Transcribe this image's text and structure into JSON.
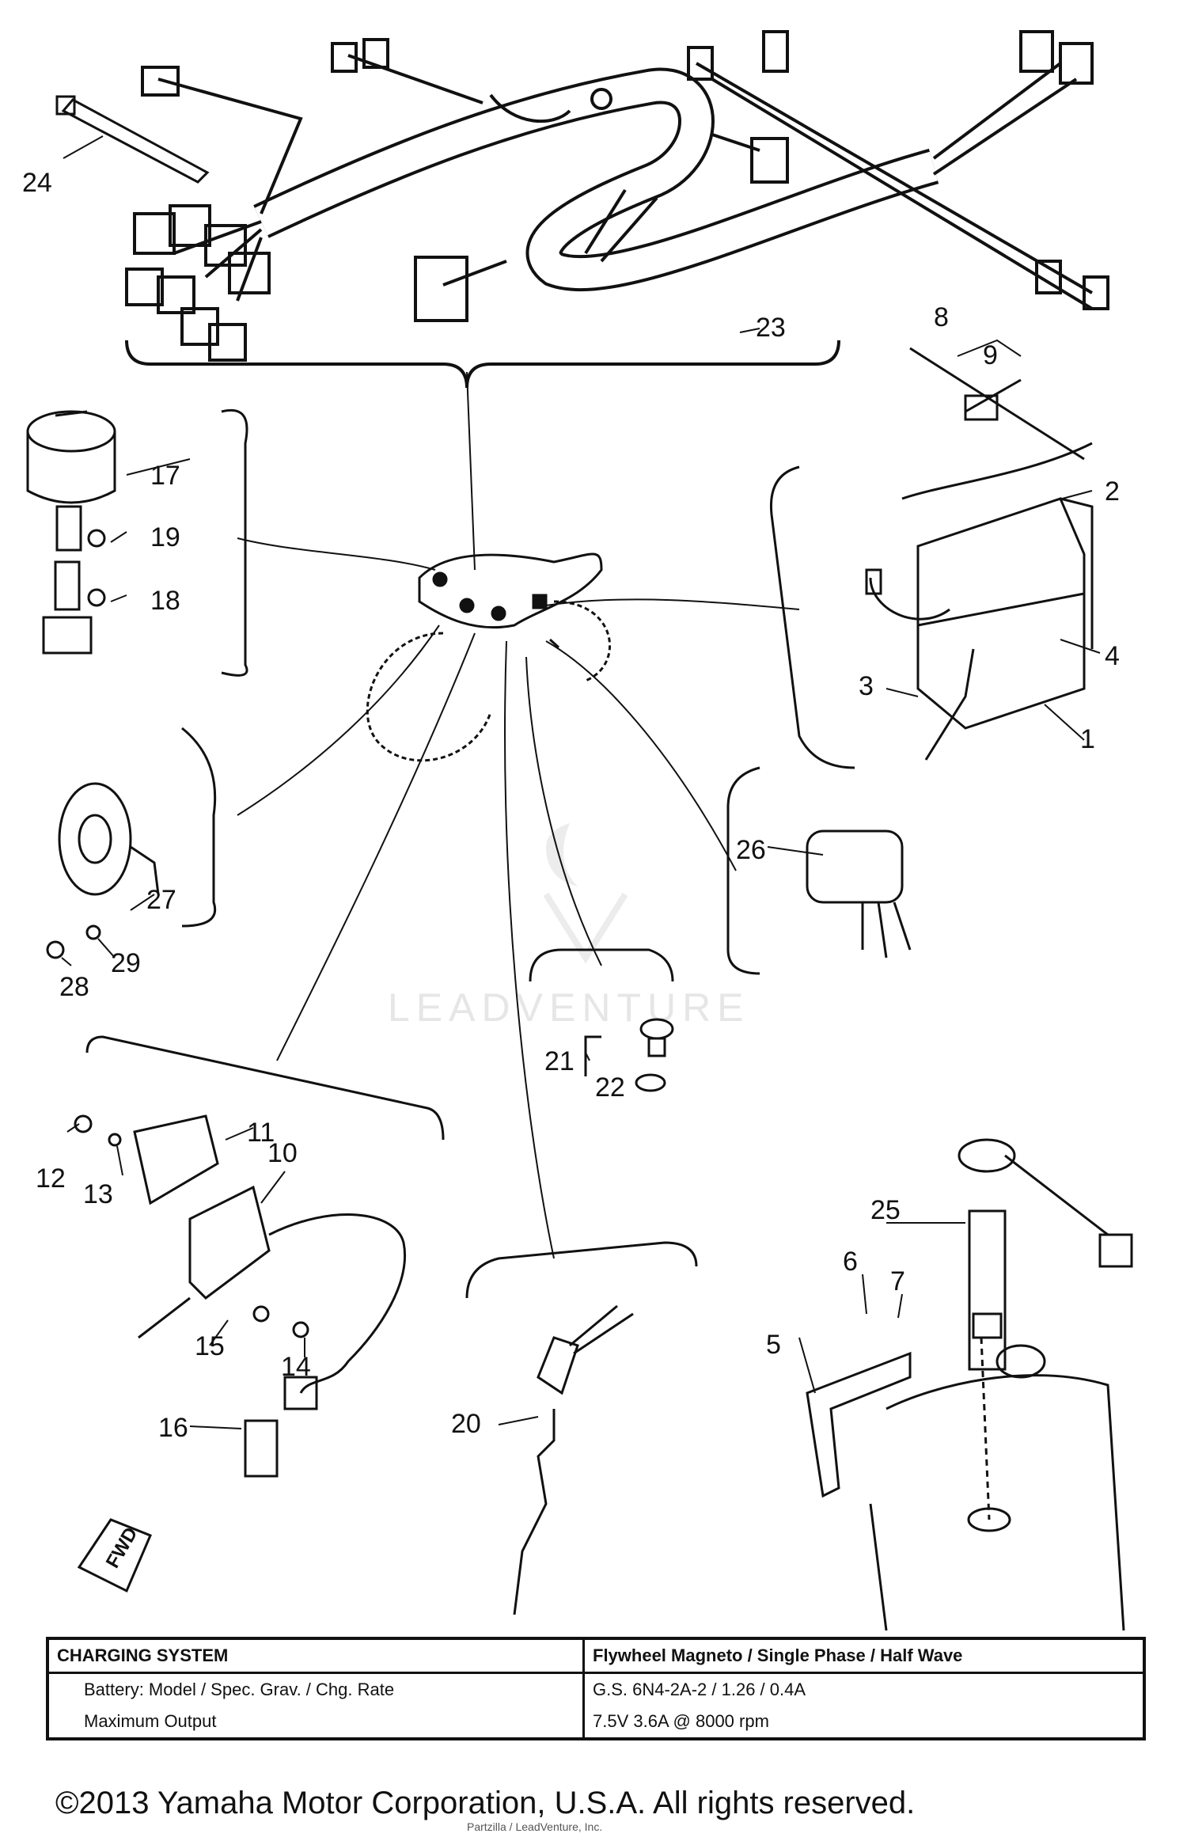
{
  "diagram": {
    "callouts": [
      "1",
      "2",
      "3",
      "4",
      "5",
      "6",
      "7",
      "8",
      "9",
      "10",
      "11",
      "12",
      "13",
      "14",
      "15",
      "16",
      "17",
      "18",
      "19",
      "20",
      "21",
      "22",
      "23",
      "24",
      "25",
      "26",
      "27",
      "28",
      "29"
    ],
    "fwd_label": "FWD",
    "watermark": "LEADVENTURE"
  },
  "spec_table": {
    "rows": [
      [
        "CHARGING SYSTEM",
        "Flywheel Magneto / Single Phase / Half Wave"
      ],
      [
        "Battery: Model / Spec. Grav. / Chg. Rate",
        "G.S. 6N4-2A-2 / 1.26 / 0.4A"
      ],
      [
        "Maximum Output",
        "7.5V 3.6A @ 8000 rpm"
      ]
    ]
  },
  "footer": {
    "copyright": "©2013 Yamaha Motor Corporation, U.S.A. All rights reserved.",
    "credit": "Partzilla / LeadVenture, Inc."
  }
}
